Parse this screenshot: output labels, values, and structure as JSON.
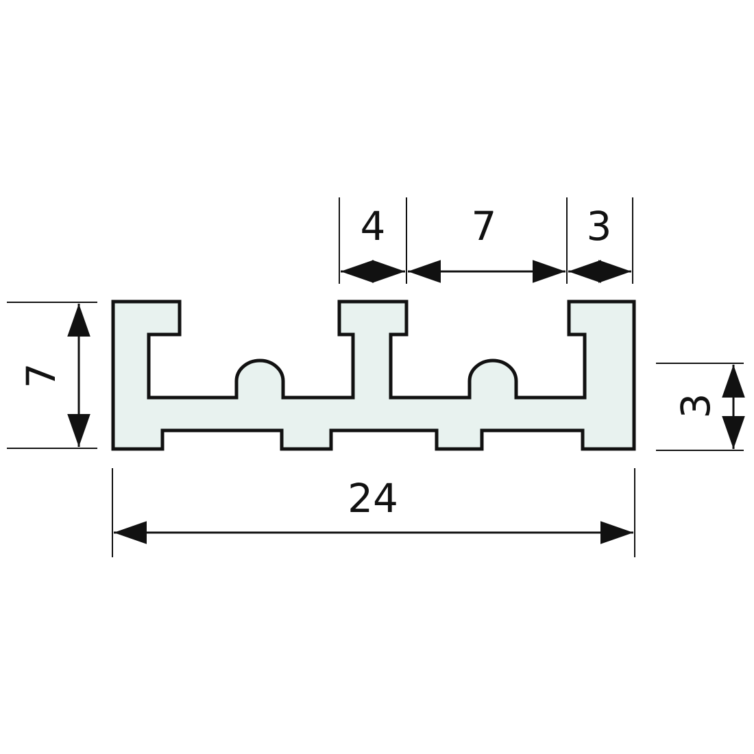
{
  "dimensions": {
    "top_left_segment": "4",
    "top_middle_segment": "7",
    "top_right_segment": "3",
    "overall_height": "7",
    "inner_height": "3",
    "overall_width": "24"
  },
  "colors": {
    "profile_fill": "#E8F2EF",
    "line": "#111111",
    "background": "#FFFFFF"
  }
}
